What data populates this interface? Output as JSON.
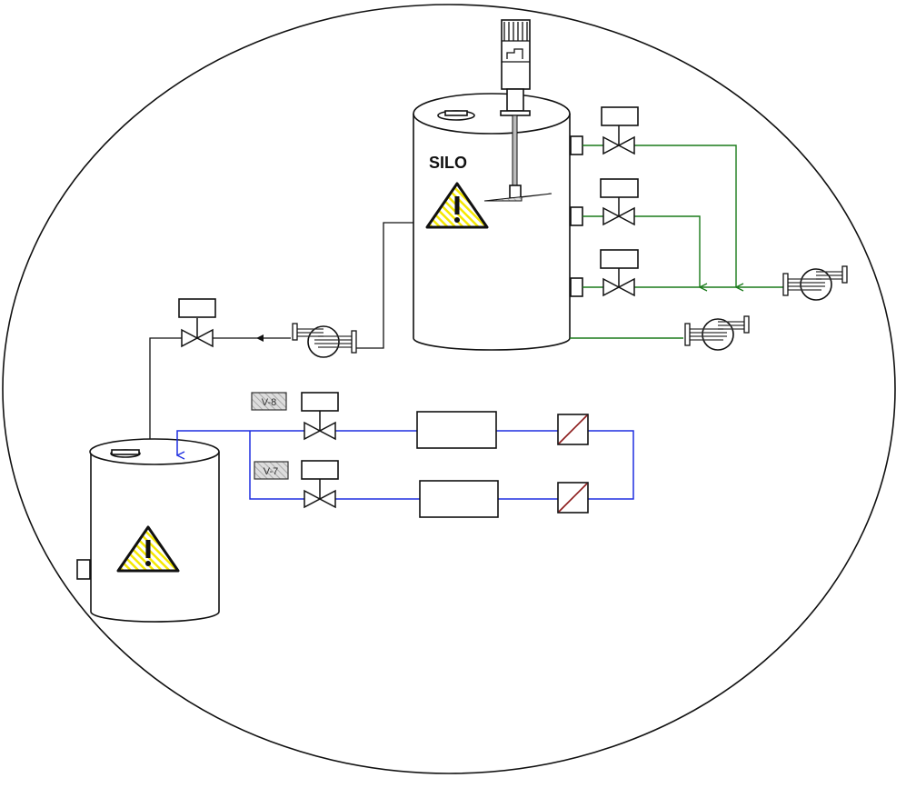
{
  "diagram": {
    "silo_label": "SILO",
    "valve_labels": {
      "v8": "V-8",
      "v7": "V-7"
    },
    "colors": {
      "outline": "#111111",
      "green_line": "#1a7a1a",
      "blue_line": "#1f2fe0",
      "warning": "#f5e800",
      "filter_diag": "#8b1a1a"
    },
    "icons": [
      "warning-triangle-icon",
      "pump-icon",
      "control-valve-icon",
      "agitator-motor-icon",
      "filter-icon"
    ]
  }
}
